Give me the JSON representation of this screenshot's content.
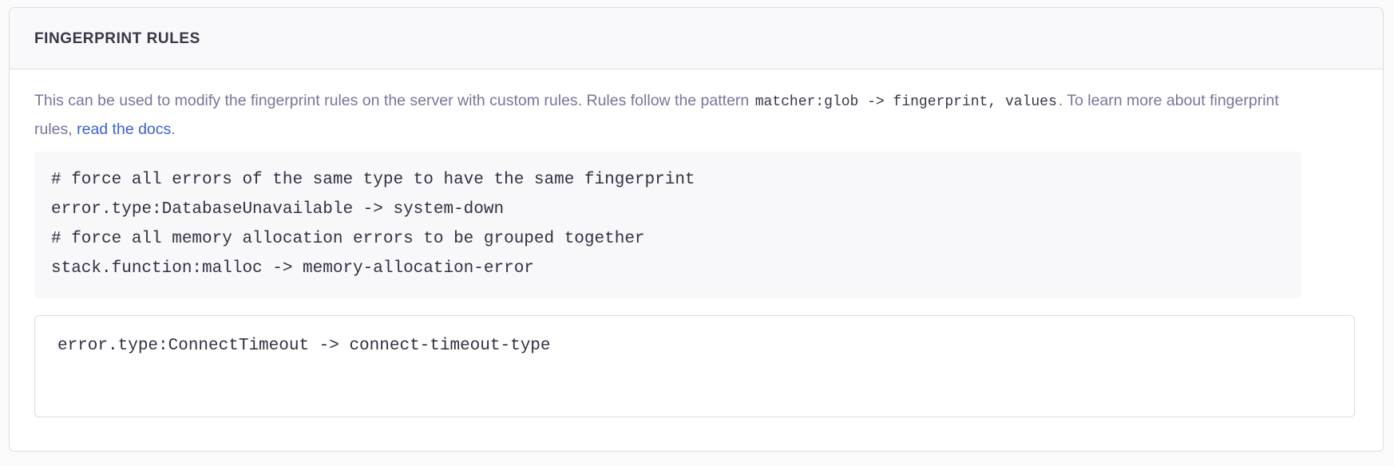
{
  "panel": {
    "title": "Fingerprint Rules",
    "description": {
      "part1": "This can be used to modify the fingerprint rules on the server with custom rules. Rules follow the pattern ",
      "code1": "matcher:glob -> fingerprint, values",
      "part2": ". To learn more about fingerprint rules, ",
      "link_label": "read the docs",
      "part3": "."
    },
    "code_sample": {
      "lines": [
        "# force all errors of the same type to have the same fingerprint",
        "error.type:DatabaseUnavailable -> system-down",
        "# force all memory allocation errors to be grouped together",
        "stack.function:malloc -> memory-allocation-error"
      ]
    },
    "rules_input": {
      "value": "error.type:ConnectTimeout -> connect-timeout-type",
      "placeholder": "matcher:glob -> fingerprint, values"
    }
  },
  "colors": {
    "page_background": "#FAFAFB",
    "panel_background": "#FFFFFF",
    "panel_header_background": "#F9F9FB",
    "border": "#DEDCE5",
    "title_text": "#3C3546",
    "body_text": "#79759B",
    "code_text": "#342F42",
    "code_background": "#F8F8FA",
    "link": "#3B5FD4"
  }
}
